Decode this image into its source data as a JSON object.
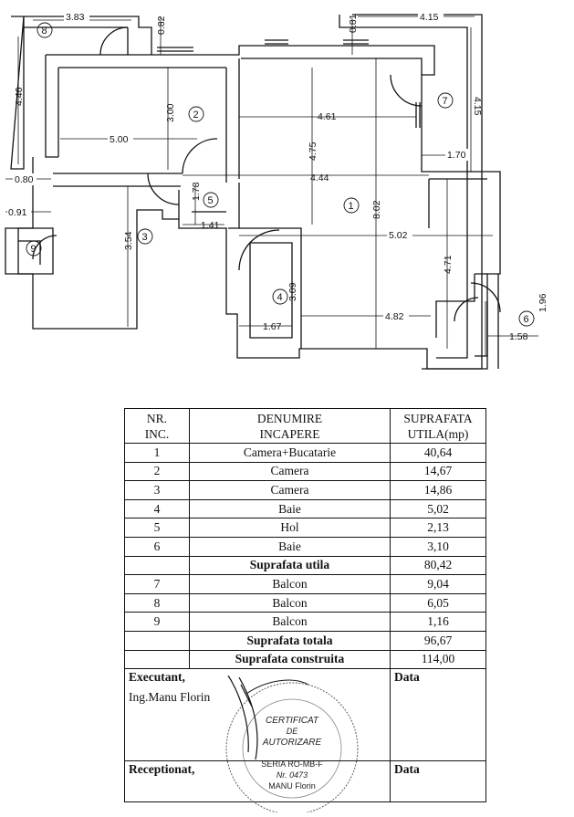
{
  "dimensions": [
    "3.83",
    "0.82",
    "4.15",
    "0.81",
    "4.15",
    "4.46",
    "3.00",
    "4.61",
    "4.75",
    "5.00",
    "1.70",
    "0.80",
    "4.44",
    "1.78",
    "8.02",
    "0.91",
    "1.41",
    "3.54",
    "5.02",
    "4.71",
    "3.09",
    "1.96",
    "1.67",
    "4.82",
    "1.58"
  ],
  "room_markers": [
    "1",
    "2",
    "3",
    "4",
    "5",
    "6",
    "7",
    "8",
    "9"
  ],
  "table": {
    "headers": {
      "nr": [
        "NR.",
        "INC."
      ],
      "name": [
        "DENUMIRE",
        "INCAPERE"
      ],
      "area": [
        "SUPRAFATA",
        "UTILA(mp)"
      ]
    },
    "rows": [
      {
        "nr": "1",
        "name": "Camera+Bucatarie",
        "area": "40,64"
      },
      {
        "nr": "2",
        "name": "Camera",
        "area": "14,67"
      },
      {
        "nr": "3",
        "name": "Camera",
        "area": "14,86"
      },
      {
        "nr": "4",
        "name": "Baie",
        "area": "5,02"
      },
      {
        "nr": "5",
        "name": "Hol",
        "area": "2,13"
      },
      {
        "nr": "6",
        "name": "Baie",
        "area": "3,10"
      },
      {
        "nr": "",
        "name": "Suprafata utila",
        "area": "80,42",
        "bold": true
      },
      {
        "nr": "7",
        "name": "Balcon",
        "area": "9,04"
      },
      {
        "nr": "8",
        "name": "Balcon",
        "area": "6,05"
      },
      {
        "nr": "9",
        "name": "Balcon",
        "area": "1,16"
      },
      {
        "nr": "",
        "name": "Suprafata totala",
        "area": "96,67",
        "bold": true
      },
      {
        "nr": "",
        "name": "Suprafata construita",
        "area": "114,00",
        "bold": true
      }
    ],
    "executant_label": "Executant,",
    "executant_name": "Ing.Manu Florin",
    "data_label_1": "Data",
    "receptionat_label": "Receptionat,",
    "data_label_2": "Data"
  },
  "stamp": {
    "line1": "CERTIFICAT",
    "line2": "DE",
    "line3": "AUTORIZARE",
    "line4": "SERIA RO-MB-F",
    "line5": "Nr. 0473",
    "line6": "MANU Florin"
  }
}
